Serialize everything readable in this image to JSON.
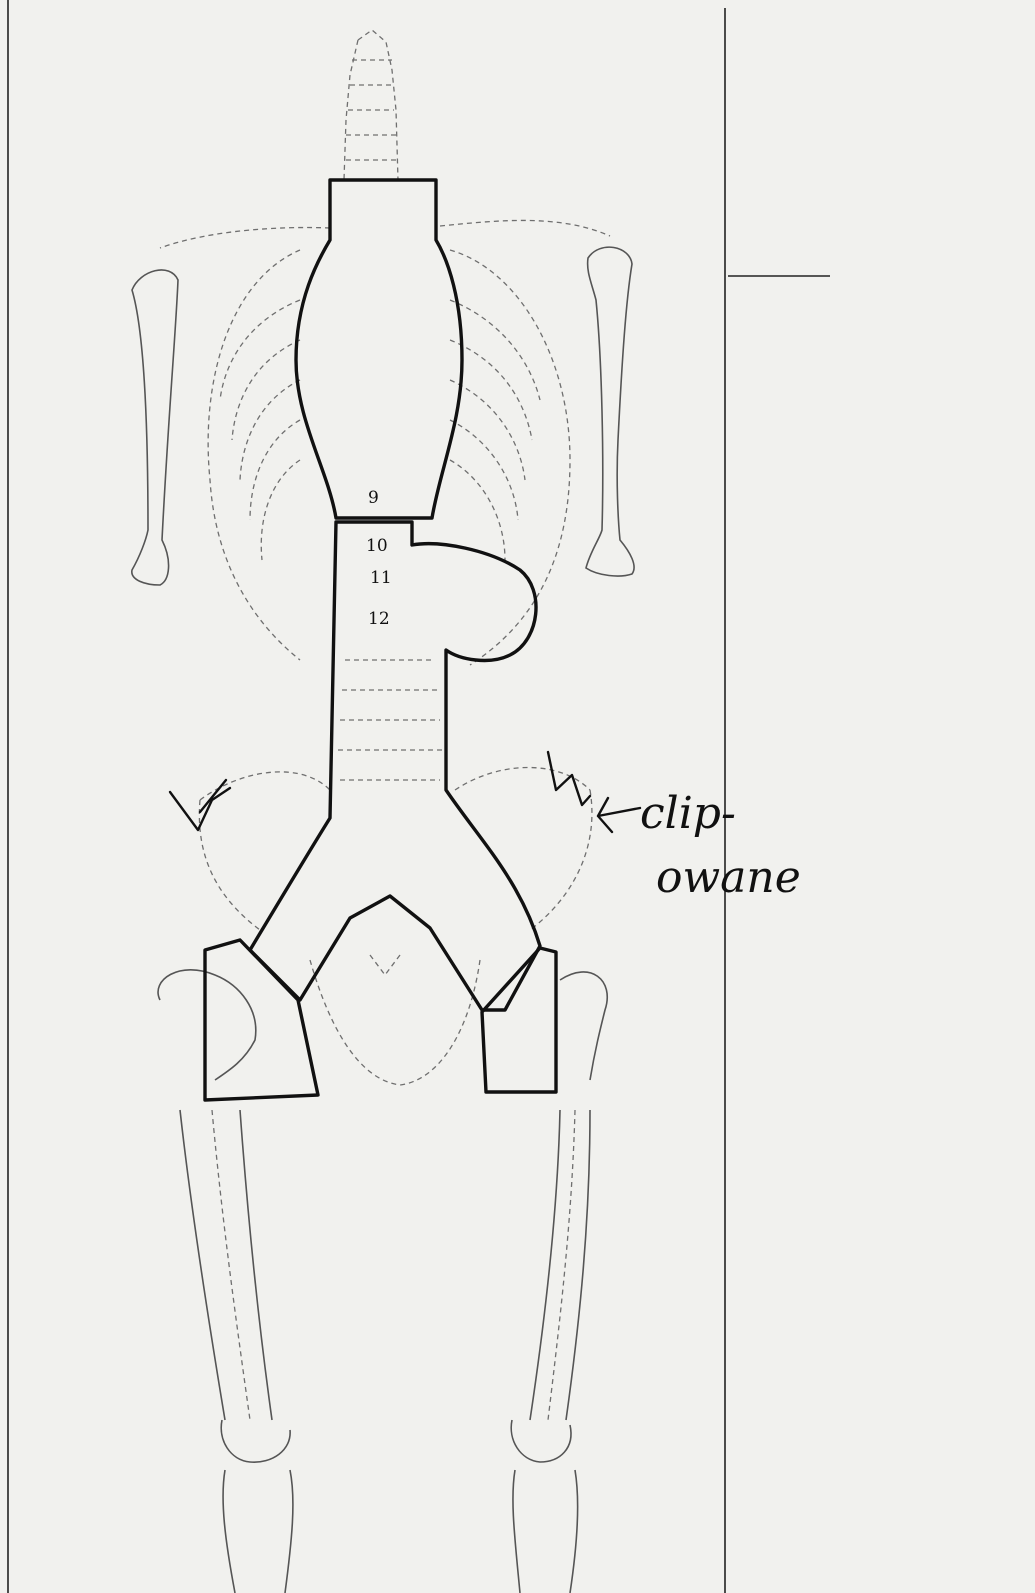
{
  "vertebra_labels": {
    "v9": "9",
    "v10": "10",
    "v11": "11",
    "v12": "12"
  },
  "annotation": {
    "line1": "clip-",
    "line2": "owane"
  },
  "colors": {
    "ink": "#111111",
    "skeleton": "#6f6f6f",
    "paper": "#f1f1ee"
  }
}
